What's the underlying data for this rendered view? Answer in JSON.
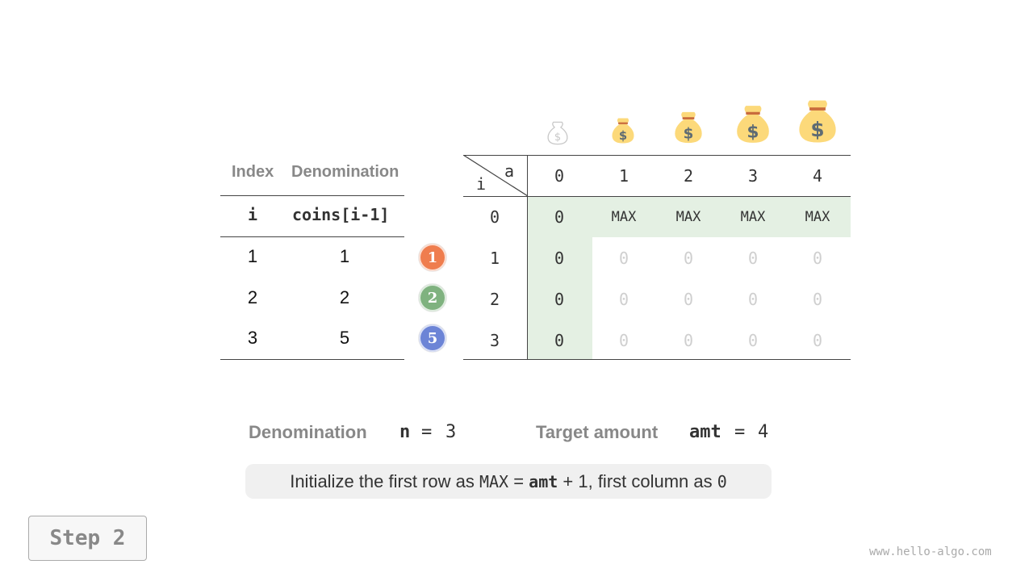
{
  "coins_table": {
    "headers": [
      "Index",
      "Denomination"
    ],
    "subheaders": [
      "i",
      "coins[i-1]"
    ],
    "rows": [
      [
        "1",
        "1"
      ],
      [
        "2",
        "2"
      ],
      [
        "3",
        "5"
      ]
    ]
  },
  "coin_icons": [
    {
      "label": "1",
      "color": "#ef7d4e"
    },
    {
      "label": "2",
      "color": "#7fb27f"
    },
    {
      "label": "5",
      "color": "#6c84d6"
    }
  ],
  "dp_table": {
    "corner_col_label": "a",
    "corner_row_label": "i",
    "col_headers": [
      "0",
      "1",
      "2",
      "3",
      "4"
    ],
    "row_headers": [
      "0",
      "1",
      "2",
      "3"
    ],
    "rows": [
      [
        "0",
        "MAX",
        "MAX",
        "MAX",
        "MAX"
      ],
      [
        "0",
        "0",
        "0",
        "0",
        "0"
      ],
      [
        "0",
        "0",
        "0",
        "0",
        "0"
      ],
      [
        "0",
        "0",
        "0",
        "0",
        "0"
      ]
    ],
    "highlight_color": "#e4f0e3",
    "bag_icons": [
      "money-bag-icon",
      "money-bag-icon",
      "money-bag-icon",
      "money-bag-icon",
      "money-bag-icon"
    ]
  },
  "summary": {
    "denomination_label": "Denomination",
    "n_var": "n",
    "n_eq": "=",
    "n_value": "3",
    "target_label": "Target amount",
    "amt_var": "amt",
    "amt_eq": "=",
    "amt_value": "4"
  },
  "note": {
    "part1": "Initialize the first row as ",
    "max": "MAX",
    "part2": " = ",
    "amt": "amt",
    "part3": " + 1, first column as ",
    "zero": "0"
  },
  "step_label": "Step 2",
  "footer": "www.hello-algo.com"
}
